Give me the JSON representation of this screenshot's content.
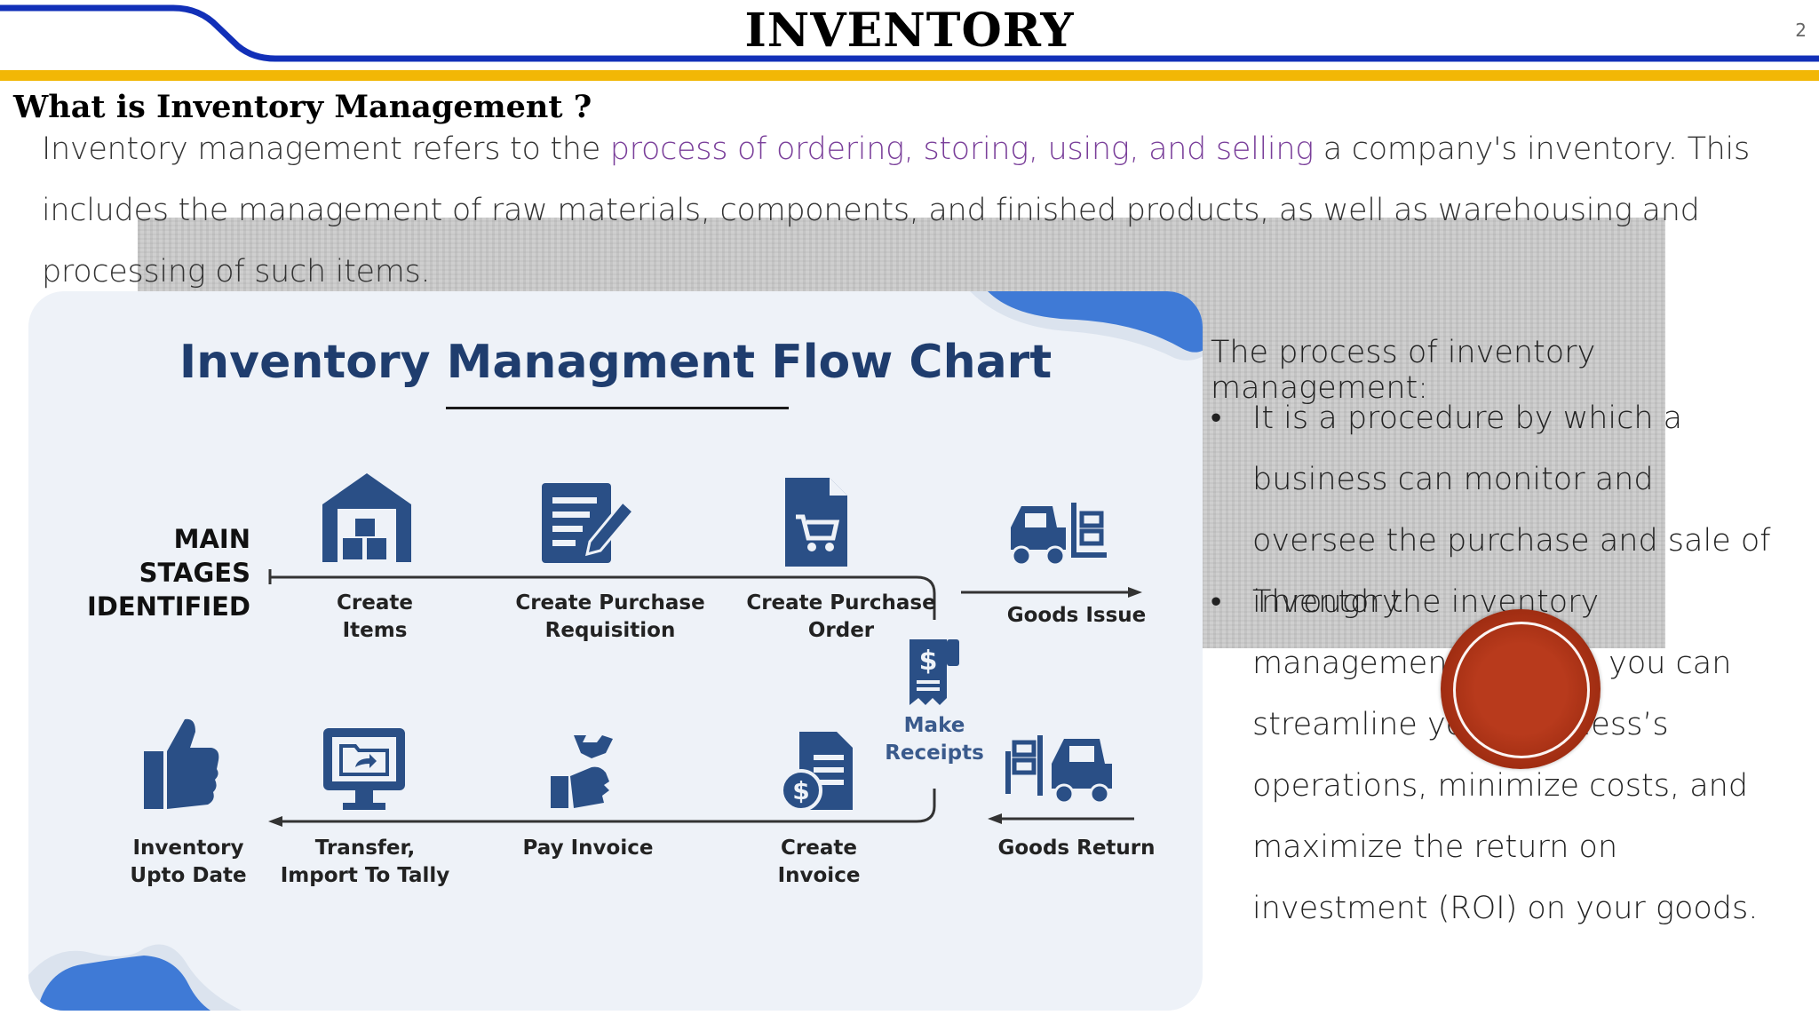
{
  "header": {
    "title": "INVENTORY",
    "page_number": "2",
    "colors": {
      "accent_blue": "#1230b8",
      "accent_gold": "#f2b705"
    }
  },
  "section": {
    "heading": "What is Inventory Management ?",
    "intro_before": "Inventory management refers to the ",
    "intro_highlight": "process of ordering, storing, using, and selling",
    "intro_after": " a company's inventory. This includes the management of raw materials, components, and finished products, as well as warehousing and processing of such items."
  },
  "flowchart": {
    "title": "Inventory Managment Flow Chart",
    "main_stages_label": "MAIN\nSTAGES\nIDENTIFIED",
    "top_row": [
      {
        "label": "Create\nItems",
        "icon": "warehouse-icon"
      },
      {
        "label": "Create Purchase\nRequisition",
        "icon": "document-edit-icon"
      },
      {
        "label": "Create Purchase\nOrder",
        "icon": "cart-document-icon"
      },
      {
        "label": "Goods Issue",
        "icon": "forklift-icon"
      }
    ],
    "middle": {
      "label": "Make\nReceipts",
      "icon": "receipt-icon"
    },
    "bottom_row": [
      {
        "label": "Inventory\nUpto Date",
        "icon": "thumbs-up-icon"
      },
      {
        "label": "Transfer,\nImport To Tally",
        "icon": "monitor-folder-icon"
      },
      {
        "label": "Pay Invoice",
        "icon": "hand-payment-icon"
      },
      {
        "label": "Create\nInvoice",
        "icon": "invoice-icon"
      },
      {
        "label": "Goods Return",
        "icon": "forklift-return-icon"
      }
    ],
    "colors": {
      "icon": "#2a4f86",
      "title": "#1f3d6e",
      "card_bg": "#eef2f8"
    }
  },
  "right_panel": {
    "intro": "The process of inventory management:",
    "bullets": [
      "It is a procedure by which a business can monitor and oversee the purchase and sale of inventory.",
      "Through the inventory management process, you can streamline your business’s operations, minimize costs, and maximize the return on investment (ROI) on your goods."
    ],
    "bullet_glyph": "•"
  }
}
